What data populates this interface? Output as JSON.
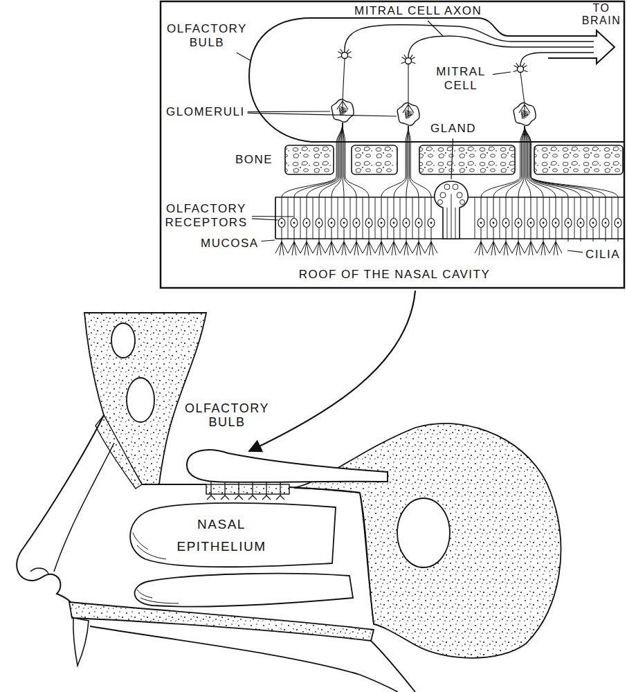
{
  "diagram": {
    "labels": [
      "MITRAL CELL AXON",
      "OLFACTORY BULB",
      "TO BRAIN",
      "MITRAL CELL",
      "GLOMERULI",
      "GLAND",
      "BONE",
      "OLFACTORY RECEPTORS",
      "MUCOSA",
      "CILIA",
      "ROOF OF THE NASAL CAVITY",
      "OLFACTORY BULB",
      "NASAL EPITHELIUM"
    ]
  }
}
